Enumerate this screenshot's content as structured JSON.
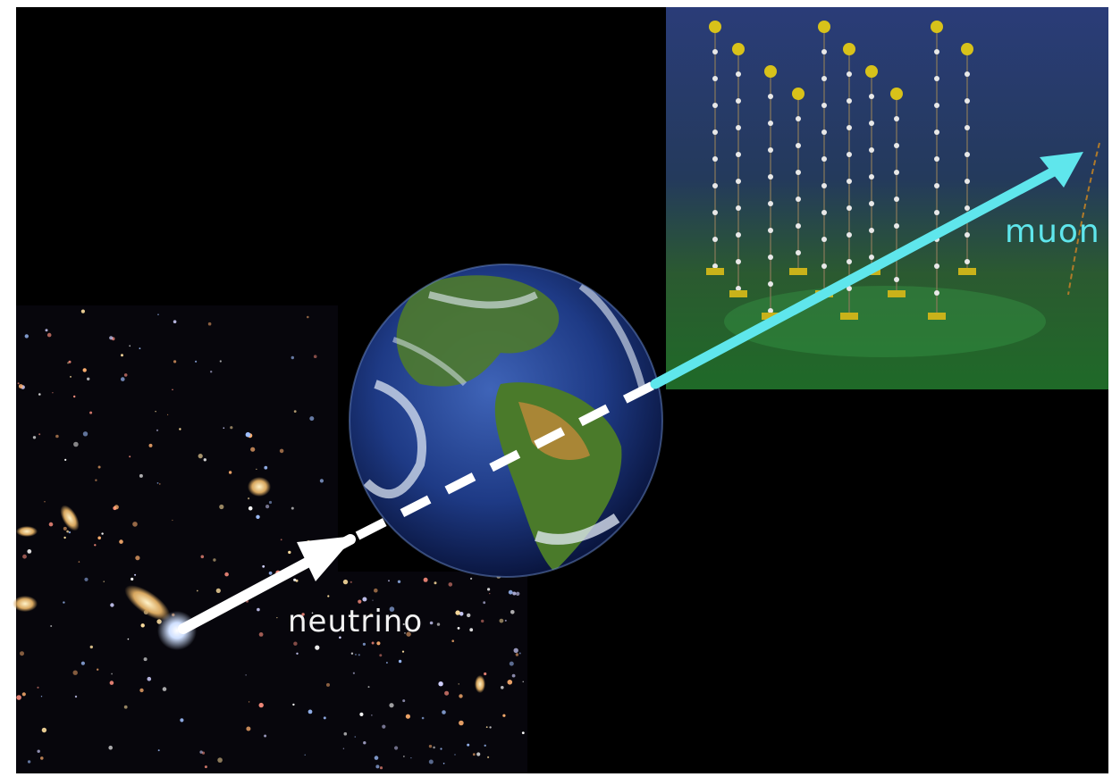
{
  "labels": {
    "neutrino": "neutrino",
    "muon": "muon"
  },
  "colors": {
    "neutrino_arrow": "#ffffff",
    "muon_arrow": "#5fe6ec",
    "neutrino_text": "#f2f2f2",
    "muon_text": "#5fe6ec",
    "background": "#000000"
  },
  "panels": {
    "galaxy_field": "deep-field-galaxies",
    "earth": "earth-globe",
    "detector": "underwater-neutrino-detector-strings"
  }
}
